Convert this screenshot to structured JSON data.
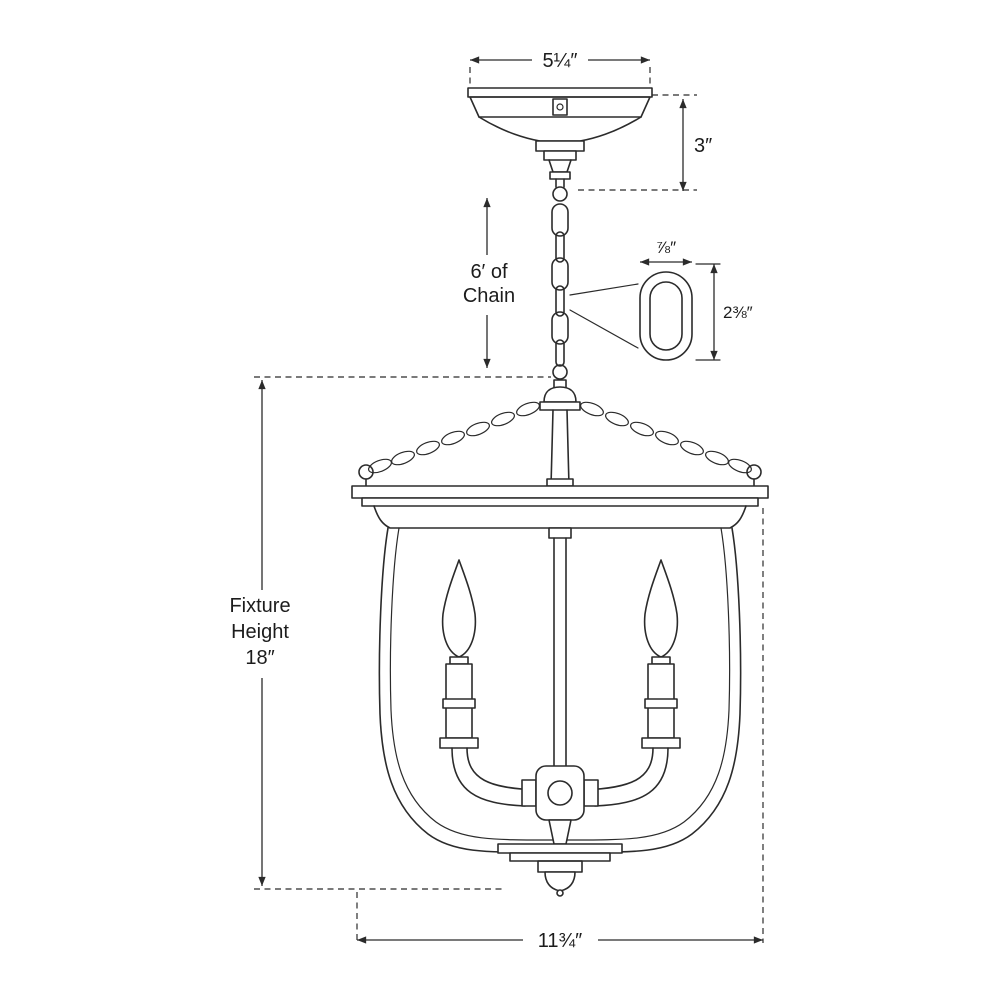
{
  "diagram": {
    "type": "pendant-lantern-fixture-dimension-drawing",
    "colors": {
      "line": "#2b2b2b",
      "background": "#ffffff"
    },
    "labels": {
      "canopy_width": "5¼″",
      "canopy_height": "3″",
      "chain_length_line1": "6′ of",
      "chain_length_line2": "Chain",
      "link_width": "⅞″",
      "link_height": "2⅜″",
      "fixture_height_line1": "Fixture",
      "fixture_height_line2": "Height",
      "fixture_height_line3": "18″",
      "fixture_width": "11¾″"
    }
  }
}
